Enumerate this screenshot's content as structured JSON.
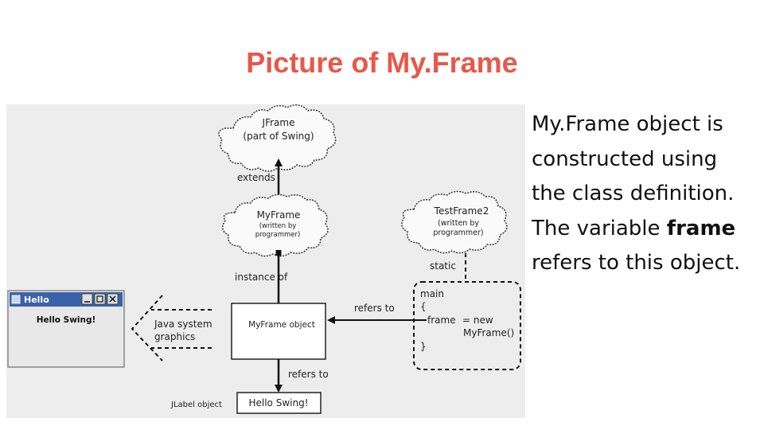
{
  "title": "Picture of My.Frame",
  "description": {
    "line1": "My.Frame object is",
    "line2": "constructed using",
    "line3": "the class definition.",
    "line4_prefix": "The variable ",
    "line4_bold": "frame",
    "line5": "refers to this object."
  },
  "diagram": {
    "jframe": {
      "line1": "JFrame",
      "line2": "(part of Swing)"
    },
    "extends": "extends",
    "myframe": {
      "line1": "MyFrame",
      "line2": "(written by",
      "line3": "programmer)"
    },
    "testframe": {
      "line1": "TestFrame2",
      "line2": "(written by",
      "line3": "programmer)"
    },
    "static": "static",
    "instance_of": "instance  of",
    "refers_to_left": "refers to",
    "myframe_object": "MyFrame object",
    "java_graphics": {
      "line1": "Java system",
      "line2": "graphics"
    },
    "main_box": {
      "line1": "main",
      "line2": "{",
      "line3": "frame",
      "line3b": "= new",
      "line4": "MyFrame()",
      "line5": "}"
    },
    "refers_to_down": "refers to",
    "jlabel_object": "JLabel object",
    "hello_label": "Hello Swing!",
    "window": {
      "title": "Hello",
      "content": "Hello Swing!"
    }
  }
}
